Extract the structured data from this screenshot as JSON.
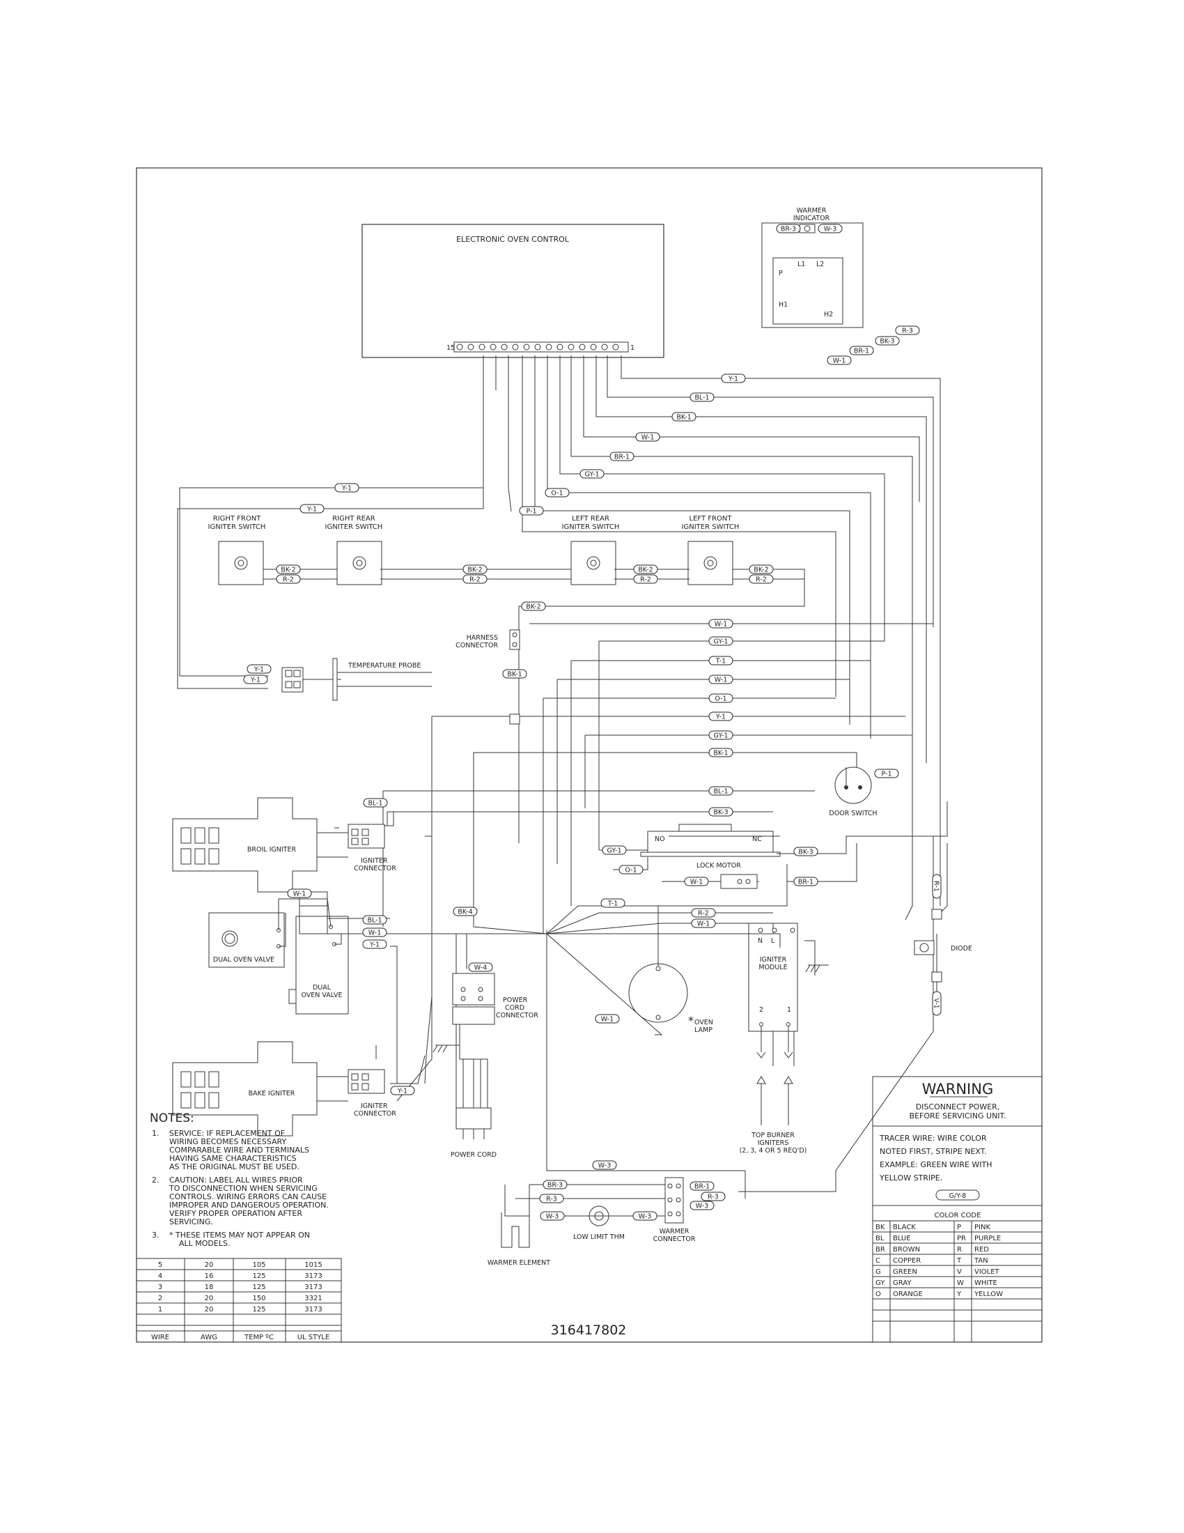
{
  "control": {
    "title": "ELECTRONIC OVEN CONTROL",
    "pin_left": "15",
    "pin_right": "1"
  },
  "warmer_indicator": {
    "title_1": "WARMER",
    "title_2": "INDICATOR",
    "left_wire": "BR-3",
    "right_wire": "W-3",
    "p": "P",
    "l1": "L1",
    "l2": "L2",
    "h1": "H1",
    "h2": "H2"
  },
  "switches": [
    {
      "line1": "RIGHT FRONT",
      "line2": "IGNITER SWITCH"
    },
    {
      "line1": "RIGHT REAR",
      "line2": "IGNITER SWITCH"
    },
    {
      "line1": "LEFT REAR",
      "line2": "IGNITER SWITCH"
    },
    {
      "line1": "LEFT FRONT",
      "line2": "IGNITER SWITCH"
    }
  ],
  "wire_tags": {
    "r3": "R-3",
    "bk3": "BK-3",
    "br1": "BR-1",
    "w1": "W-1",
    "y1": "Y-1",
    "bl1": "BL-1",
    "bk1": "BK-1",
    "gy1": "GY-1",
    "o1": "O-1",
    "p1": "P-1",
    "bk2": "BK-2",
    "r2": "R-2",
    "t1": "T-1",
    "bk4": "BK-4",
    "w4": "W-4",
    "w3": "W-3",
    "br3": "BR-3",
    "r1": "R-1",
    "v1": "V-1",
    "r3d": "R-3"
  },
  "components": {
    "temp_probe": "TEMPERATURE PROBE",
    "harness_1": "HARNESS",
    "harness_2": "CONNECTOR",
    "door_switch": "DOOR SWITCH",
    "broil_igniter": "BROIL IGNITER",
    "bake_igniter": "BAKE IGNITER",
    "igniter_conn_1": "IGNITER",
    "igniter_conn_2": "CONNECTOR",
    "dual_valve": "DUAL OVEN VALVE",
    "dual_1": "DUAL",
    "dual_2": "OVEN VALVE",
    "lock_motor": "LOCK MOTOR",
    "no": "NO",
    "nc": "NC",
    "power_cord_conn_1": "POWER",
    "power_cord_conn_2": "CORD",
    "power_cord_conn_3": "CONNECTOR",
    "power_cord": "POWER CORD",
    "oven_lamp_1": "OVEN",
    "oven_lamp_2": "LAMP",
    "asterisk": "*",
    "igniter_module_1": "IGNITER",
    "igniter_module_2": "MODULE",
    "n": "N",
    "l": "L",
    "two": "2",
    "one": "1",
    "top_burner_1": "TOP BURNER",
    "top_burner_2": "IGNITERS",
    "top_burner_3": "(2, 3, 4 OR 5 REQ'D)",
    "diode": "DIODE",
    "warmer_element": "WARMER ELEMENT",
    "low_limit": "LOW LIMIT THM",
    "warmer_conn_1": "WARMER",
    "warmer_conn_2": "CONNECTOR"
  },
  "notes": {
    "title": "NOTES:",
    "n1_num": "1.",
    "n1": [
      "SERVICE:   IF REPLACEMENT OF",
      "WIRING BECOMES NECESSARY",
      "COMPARABLE WIRE AND TERMINALS",
      "HAVING SAME CHARACTERISTICS",
      "AS THE ORIGINAL MUST BE USED."
    ],
    "n2_num": "2.",
    "n2": [
      "CAUTION:   LABEL ALL WIRES PRIOR",
      "TO DISCONNECTION WHEN SERVICING",
      "CONTROLS.  WIRING ERRORS CAN CAUSE",
      "IMPROPER AND DANGEROUS OPERATION.",
      "VERIFY PROPER OPERATION AFTER",
      "SERVICING."
    ],
    "n3_num": "3.",
    "n3": [
      "* THESE ITEMS MAY NOT APPEAR ON",
      "ALL MODELS."
    ]
  },
  "wire_table": {
    "headers": [
      "WIRE",
      "AWG",
      "TEMP ºC",
      "UL STYLE"
    ],
    "rows": [
      [
        "5",
        "20",
        "105",
        "1015"
      ],
      [
        "4",
        "16",
        "125",
        "3173"
      ],
      [
        "3",
        "18",
        "125",
        "3173"
      ],
      [
        "2",
        "20",
        "150",
        "3321"
      ],
      [
        "1",
        "20",
        "125",
        "3173"
      ]
    ]
  },
  "part_number": "316417802",
  "warning": {
    "title": "WARNING",
    "line1": "DISCONNECT POWER,",
    "line2": "BEFORE SERVICING UNIT.",
    "tracer": [
      "TRACER WIRE:   WIRE COLOR",
      "NOTED FIRST, STRIPE NEXT.",
      "EXAMPLE:   GREEN WIRE WITH",
      "YELLOW STRIPE."
    ],
    "example_tag": "G/Y-8"
  },
  "color_code": {
    "title": "COLOR CODE",
    "left": [
      [
        "BK",
        "BLACK"
      ],
      [
        "BL",
        "BLUE"
      ],
      [
        "BR",
        "BROWN"
      ],
      [
        "C",
        "COPPER"
      ],
      [
        "G",
        "GREEN"
      ],
      [
        "GY",
        "GRAY"
      ],
      [
        "O",
        "ORANGE"
      ]
    ],
    "right": [
      [
        "P",
        "PINK"
      ],
      [
        "PR",
        "PURPLE"
      ],
      [
        "R",
        "RED"
      ],
      [
        "T",
        "TAN"
      ],
      [
        "V",
        "VIOLET"
      ],
      [
        "W",
        "WHITE"
      ],
      [
        "Y",
        "YELLOW"
      ]
    ]
  }
}
